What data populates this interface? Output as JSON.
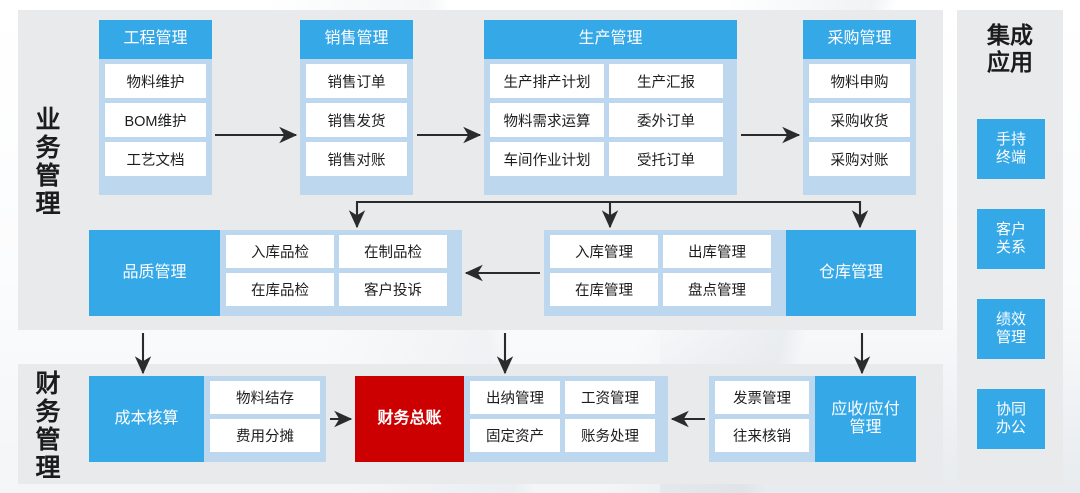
{
  "sections": {
    "business": {
      "title": "业务管理"
    },
    "finance": {
      "title": "财务管理"
    },
    "integrated": {
      "title": "集成\n应用"
    }
  },
  "colors": {
    "accent_blue": "#35a8e8",
    "tray_blue": "#bdd7ee",
    "panel_grey": "#e9eaec",
    "ledger_red": "#cc0000",
    "chip_white": "#ffffff",
    "text_dark": "#1d1d1d"
  },
  "business_row1": [
    {
      "head": "工程管理",
      "items": [
        "物料维护",
        "BOM维护",
        "工艺文档"
      ]
    },
    {
      "head": "销售管理",
      "items": [
        "销售订单",
        "销售发货",
        "销售对账"
      ]
    },
    {
      "head": "生产管理",
      "items": [
        "生产排产计划",
        "生产汇报",
        "物料需求运算",
        "委外订单",
        "车间作业计划",
        "受托订单"
      ]
    },
    {
      "head": "采购管理",
      "items": [
        "物料申购",
        "采购收货",
        "采购对账"
      ]
    }
  ],
  "business_row2": [
    {
      "head": "品质管理",
      "items": [
        "入库品检",
        "在制品检",
        "在库品检",
        "客户投诉"
      ]
    },
    {
      "head": "仓库管理",
      "items": [
        "入库管理",
        "出库管理",
        "在库管理",
        "盘点管理"
      ]
    }
  ],
  "finance_row": [
    {
      "head": "成本核算",
      "items": [
        "物料结存",
        "费用分摊"
      ]
    },
    {
      "head": "财务总账",
      "items": [
        "出纳管理",
        "工资管理",
        "固定资产",
        "账务处理"
      ]
    },
    {
      "head": "应收/应付\n管理",
      "items": [
        "发票管理",
        "往来核销"
      ]
    }
  ],
  "integrated_cards": [
    {
      "label": "手持\n终端"
    },
    {
      "label": "客户\n关系"
    },
    {
      "label": "绩效\n管理"
    },
    {
      "label": "协同\n办公"
    }
  ]
}
